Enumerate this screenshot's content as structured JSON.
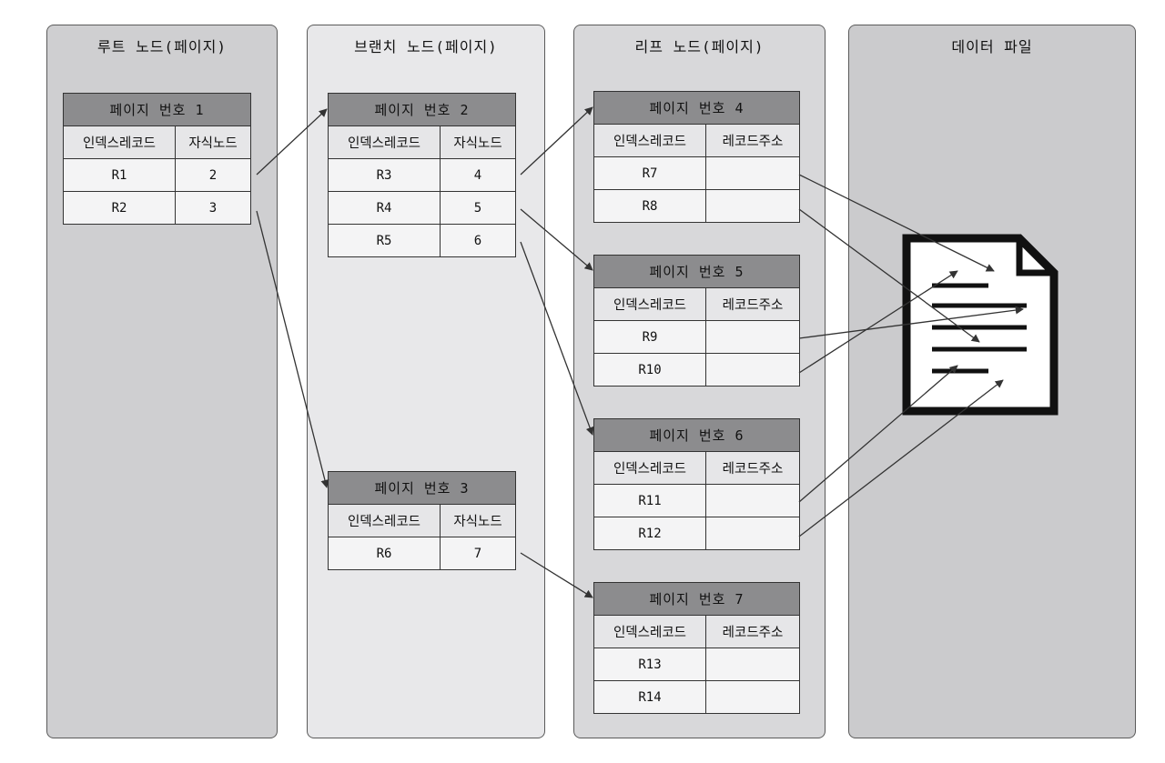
{
  "columns": {
    "root": "루트 노드(페이지)",
    "branch": "브랜치 노드(페이지)",
    "leaf": "리프 노드(페이지)",
    "data": "데이터 파일"
  },
  "key_header": "인덱스레코드",
  "child_header": "자식노드",
  "addr_header": "레코드주소",
  "pages": {
    "p1": {
      "title": "페이지 번호 1",
      "rows": [
        {
          "key": "R1",
          "val": "2"
        },
        {
          "key": "R2",
          "val": "3"
        }
      ]
    },
    "p2": {
      "title": "페이지 번호 2",
      "rows": [
        {
          "key": "R3",
          "val": "4"
        },
        {
          "key": "R4",
          "val": "5"
        },
        {
          "key": "R5",
          "val": "6"
        }
      ]
    },
    "p3": {
      "title": "페이지 번호 3",
      "rows": [
        {
          "key": "R6",
          "val": "7"
        }
      ]
    },
    "p4": {
      "title": "페이지 번호 4",
      "rows": [
        {
          "key": "R7",
          "val": ""
        },
        {
          "key": "R8",
          "val": ""
        }
      ]
    },
    "p5": {
      "title": "페이지 번호 5",
      "rows": [
        {
          "key": "R9",
          "val": ""
        },
        {
          "key": "R10",
          "val": ""
        }
      ]
    },
    "p6": {
      "title": "페이지 번호 6",
      "rows": [
        {
          "key": "R11",
          "val": ""
        },
        {
          "key": "R12",
          "val": ""
        }
      ]
    },
    "p7": {
      "title": "페이지 번호 7",
      "rows": [
        {
          "key": "R13",
          "val": ""
        },
        {
          "key": "R14",
          "val": ""
        }
      ]
    }
  },
  "colors": {
    "header_fill": "#8c8c8e",
    "arrow": "#333333",
    "document": "#111111"
  },
  "icons": {
    "data_file": "document-icon"
  }
}
